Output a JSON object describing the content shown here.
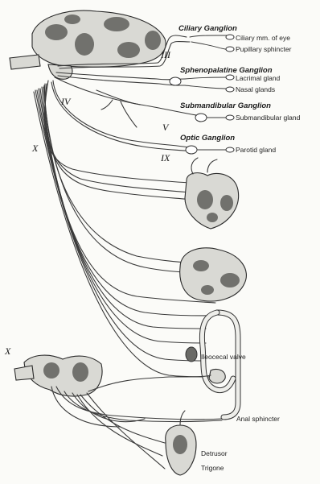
{
  "cranial_nerves": {
    "oculomotor": "III",
    "facial": "IV",
    "trigeminal": "V",
    "glossopharyngeal": "IX",
    "vagus": "X"
  },
  "ganglia": {
    "ciliary": {
      "name": "Ciliary Ganglion",
      "targets": [
        "Ciliary mm. of eye",
        "Pupillary sphincter"
      ]
    },
    "sphenopalatine": {
      "name": "Sphenopalatine Ganglion",
      "targets": [
        "Lacrimal gland",
        "Nasal glands"
      ]
    },
    "submandibular": {
      "name": "Submandibular Ganglion",
      "targets": [
        "Submandibular gland"
      ]
    },
    "otic": {
      "name": "Optic Ganglion",
      "targets": [
        "Parotid gland"
      ]
    }
  },
  "organ_labels": {
    "ileocecal": "Ileocecal valve",
    "anal": "Anal sphincter",
    "detrusor": "Detrusor",
    "trigone": "Trigone"
  }
}
